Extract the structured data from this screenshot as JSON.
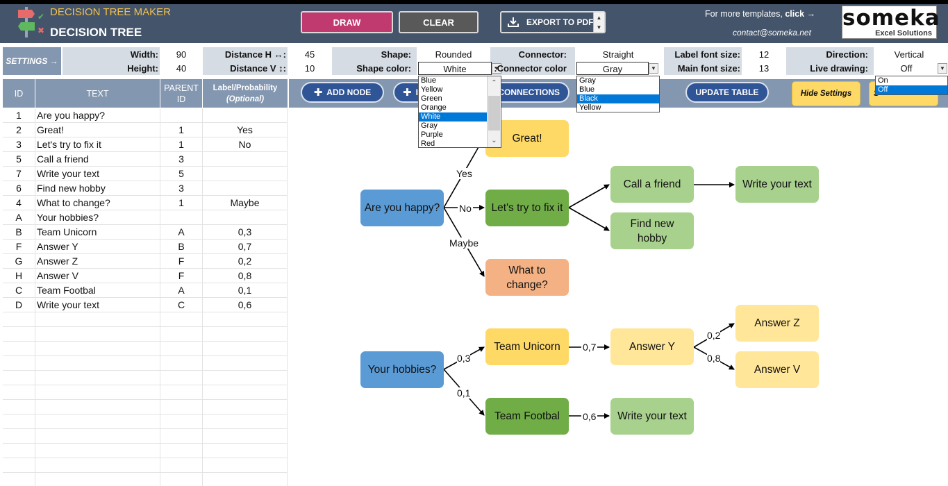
{
  "header": {
    "subtitle": "DECISION TREE MAKER",
    "title": "DECISION TREE",
    "draw_label": "DRAW",
    "clear_label": "CLEAR",
    "export_label": "EXPORT  TO PDF",
    "more_text": "For more templates, ",
    "more_click": "click →",
    "contact": "contact@someka.net",
    "brand_name": "someka",
    "brand_tag": "Excel Solutions",
    "colors": {
      "header_bg": "#44546a",
      "draw": "#c0396f",
      "clear": "#595959",
      "subtitle": "#f2c14e"
    }
  },
  "settings": {
    "toggle_label": "SETTINGS →",
    "width_label": "Width:",
    "width_value": "90",
    "height_label": "Height:",
    "height_value": "40",
    "dist_h_label": "Distance H ↔:",
    "dist_h_value": "45",
    "dist_v_label": "Distance V ↕:",
    "dist_v_value": "10",
    "shape_label": "Shape:",
    "shape_value": "Rounded",
    "shape_color_label": "Shape color:",
    "shape_color_value": "White",
    "connector_label": "Connector:",
    "connector_value": "Straight",
    "connector_color_label": "Connector color:",
    "connector_color_value": "Gray",
    "label_font_label": "Label font size:",
    "label_font_value": "12",
    "main_font_label": "Main font size:",
    "main_font_value": "13",
    "direction_label": "Direction:",
    "direction_value": "Vertical",
    "live_label": "Live drawing:",
    "live_value": "Off"
  },
  "shape_color_options": [
    "Blue",
    "Yellow",
    "Green",
    "Orange",
    "White",
    "Gray",
    "Purple",
    "Red"
  ],
  "shape_color_selected": "White",
  "connector_color_options": [
    "Gray",
    "Blue",
    "Black",
    "Yellow"
  ],
  "connector_color_selected": "Black",
  "live_options": [
    "On",
    "Off"
  ],
  "live_selected": "Off",
  "table": {
    "headers": {
      "id": "ID",
      "text": "TEXT",
      "parent": "PARENT",
      "parent2": "ID",
      "label": "Label/Probability",
      "label2": "(Optional)"
    },
    "rows": [
      {
        "id": "1",
        "text": "Are you happy?",
        "parent": "",
        "label": ""
      },
      {
        "id": "2",
        "text": "Great!",
        "parent": "1",
        "label": "Yes"
      },
      {
        "id": "3",
        "text": "Let's try to fix it",
        "parent": "1",
        "label": "No"
      },
      {
        "id": "5",
        "text": "Call a friend",
        "parent": "3",
        "label": ""
      },
      {
        "id": "7",
        "text": "Write your text",
        "parent": "5",
        "label": ""
      },
      {
        "id": "6",
        "text": "Find new hobby",
        "parent": "3",
        "label": ""
      },
      {
        "id": "4",
        "text": "What to change?",
        "parent": "1",
        "label": "Maybe"
      },
      {
        "id": "A",
        "text": "Your hobbies?",
        "parent": "",
        "label": ""
      },
      {
        "id": "B",
        "text": "Team Unicorn",
        "parent": "A",
        "label": "0,3"
      },
      {
        "id": "F",
        "text": "Answer Y",
        "parent": "B",
        "label": "0,7"
      },
      {
        "id": "G",
        "text": "Answer Z",
        "parent": "F",
        "label": "0,2"
      },
      {
        "id": "H",
        "text": "Answer V",
        "parent": "F",
        "label": "0,8"
      },
      {
        "id": "C",
        "text": "Team Footbal",
        "parent": "A",
        "label": "0,1"
      },
      {
        "id": "D",
        "text": "Write your text",
        "parent": "C",
        "label": "0,6"
      }
    ]
  },
  "toolbar": {
    "add_node": "ADD NODE",
    "add_node2": "I",
    "check_conn": "K CONNECTIONS",
    "update_table": "UPDATE TABLE",
    "hide_settings": "Hide Settings",
    "second_btn": "S"
  },
  "tree": {
    "nodes": {
      "happy": "Are you happy?",
      "great": "Great!",
      "fix": "Let's try to fix it",
      "friend": "Call a friend",
      "write1": "Write your text",
      "hobby": "Find new hobby",
      "change": "What to change?",
      "hobbies": "Your hobbies?",
      "unicorn": "Team Unicorn",
      "answerY": "Answer Y",
      "answerZ": "Answer Z",
      "answerV": "Answer V",
      "football": "Team Footbal",
      "write2": "Write your text"
    },
    "edge_labels": {
      "yes": "Yes",
      "no": "No",
      "maybe": "Maybe",
      "p03": "0,3",
      "p07": "0,7",
      "p02": "0,2",
      "p08": "0,8",
      "p01": "0,1",
      "p06": "0,6"
    }
  }
}
